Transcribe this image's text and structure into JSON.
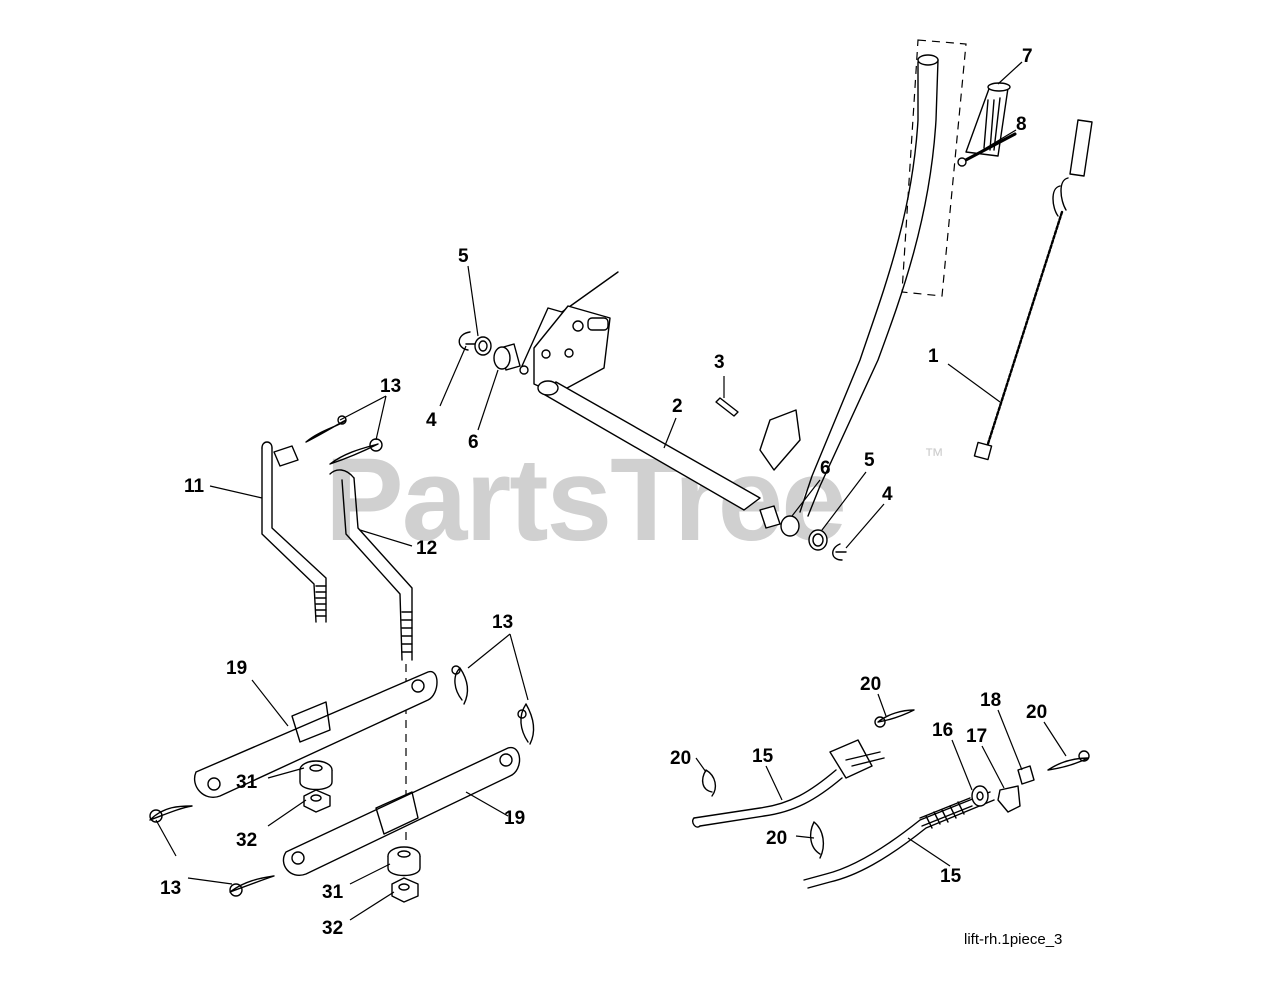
{
  "diagram": {
    "caption": "lift-rh.1piece_3",
    "watermark": "PartsTree",
    "watermark_mark": "™",
    "callouts": [
      {
        "id": "c-7",
        "label": "7"
      },
      {
        "id": "c-8",
        "label": "8"
      },
      {
        "id": "c-1",
        "label": "1"
      },
      {
        "id": "c-5a",
        "label": "5"
      },
      {
        "id": "c-4a",
        "label": "4"
      },
      {
        "id": "c-6a",
        "label": "6"
      },
      {
        "id": "c-3",
        "label": "3"
      },
      {
        "id": "c-2",
        "label": "2"
      },
      {
        "id": "c-6b",
        "label": "6"
      },
      {
        "id": "c-5b",
        "label": "5"
      },
      {
        "id": "c-4b",
        "label": "4"
      },
      {
        "id": "c-13a",
        "label": "13"
      },
      {
        "id": "c-11",
        "label": "11"
      },
      {
        "id": "c-12",
        "label": "12"
      },
      {
        "id": "c-13b",
        "label": "13"
      },
      {
        "id": "c-19a",
        "label": "19"
      },
      {
        "id": "c-31a",
        "label": "31"
      },
      {
        "id": "c-32a",
        "label": "32"
      },
      {
        "id": "c-19b",
        "label": "19"
      },
      {
        "id": "c-13c",
        "label": "13"
      },
      {
        "id": "c-31b",
        "label": "31"
      },
      {
        "id": "c-32b",
        "label": "32"
      },
      {
        "id": "c-20a",
        "label": "20"
      },
      {
        "id": "c-18",
        "label": "18"
      },
      {
        "id": "c-20b",
        "label": "20"
      },
      {
        "id": "c-16",
        "label": "16"
      },
      {
        "id": "c-17",
        "label": "17"
      },
      {
        "id": "c-20c",
        "label": "20"
      },
      {
        "id": "c-15a",
        "label": "15"
      },
      {
        "id": "c-20d",
        "label": "20"
      },
      {
        "id": "c-15b",
        "label": "15"
      }
    ]
  }
}
